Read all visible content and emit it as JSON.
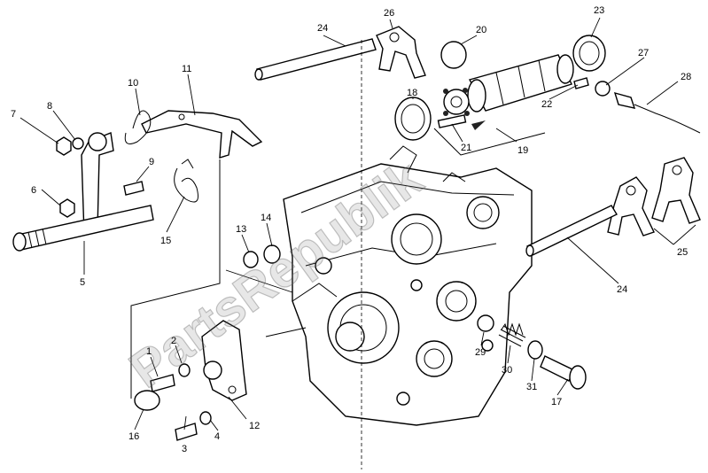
{
  "watermark": "PartsRepublik",
  "callouts": [
    {
      "id": "c1",
      "text": "1"
    },
    {
      "id": "c2",
      "text": "2"
    },
    {
      "id": "c3",
      "text": "3"
    },
    {
      "id": "c4",
      "text": "4"
    },
    {
      "id": "c5",
      "text": "5"
    },
    {
      "id": "c6",
      "text": "6"
    },
    {
      "id": "c7",
      "text": "7"
    },
    {
      "id": "c8",
      "text": "8"
    },
    {
      "id": "c9",
      "text": "9"
    },
    {
      "id": "c10",
      "text": "10"
    },
    {
      "id": "c11",
      "text": "11"
    },
    {
      "id": "c12",
      "text": "12"
    },
    {
      "id": "c13",
      "text": "13"
    },
    {
      "id": "c14",
      "text": "14"
    },
    {
      "id": "c15",
      "text": "15"
    },
    {
      "id": "c16",
      "text": "16"
    },
    {
      "id": "c17",
      "text": "17"
    },
    {
      "id": "c18",
      "text": "18"
    },
    {
      "id": "c19",
      "text": "19"
    },
    {
      "id": "c20",
      "text": "20"
    },
    {
      "id": "c21",
      "text": "21"
    },
    {
      "id": "c22",
      "text": "22"
    },
    {
      "id": "c23",
      "text": "23"
    },
    {
      "id": "c24a",
      "text": "24"
    },
    {
      "id": "c24b",
      "text": "24"
    },
    {
      "id": "c25",
      "text": "25"
    },
    {
      "id": "c26",
      "text": "26"
    },
    {
      "id": "c27",
      "text": "27"
    },
    {
      "id": "c28",
      "text": "28"
    },
    {
      "id": "c29",
      "text": "29"
    },
    {
      "id": "c30",
      "text": "30"
    },
    {
      "id": "c31",
      "text": "31"
    }
  ]
}
